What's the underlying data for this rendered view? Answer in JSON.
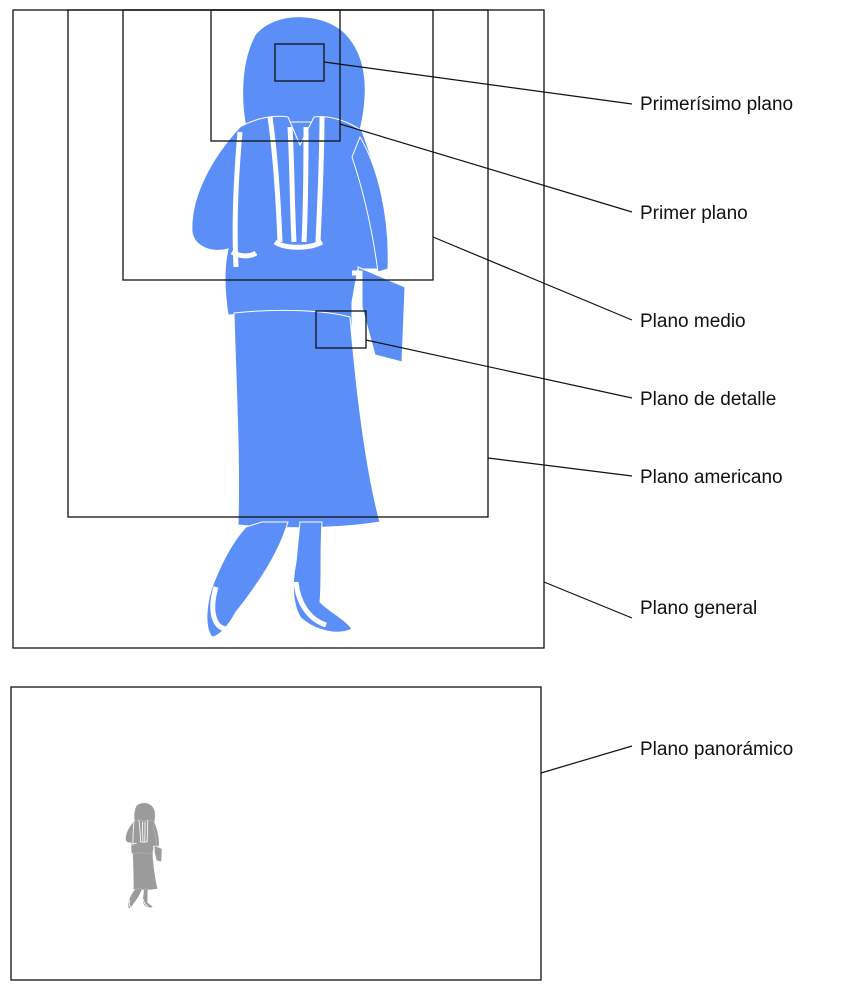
{
  "colors": {
    "figure_main": "#5b8ff7",
    "figure_panoramic": "#9b9b9b",
    "figure_detail_lines": "#ffffff",
    "frame_lines": "#111111",
    "background": "#ffffff"
  },
  "shots": [
    {
      "id": "primerisimo-plano",
      "label": "Primerísimo plano"
    },
    {
      "id": "primer-plano",
      "label": "Primer plano"
    },
    {
      "id": "plano-medio",
      "label": "Plano medio"
    },
    {
      "id": "plano-de-detalle",
      "label": "Plano de detalle"
    },
    {
      "id": "plano-americano",
      "label": "Plano americano"
    },
    {
      "id": "plano-general",
      "label": "Plano general"
    },
    {
      "id": "plano-panoramico",
      "label": "Plano panorámico"
    }
  ],
  "icons": {
    "main_figure": "woman-silhouette-icon",
    "panoramic_figure": "woman-silhouette-icon"
  }
}
